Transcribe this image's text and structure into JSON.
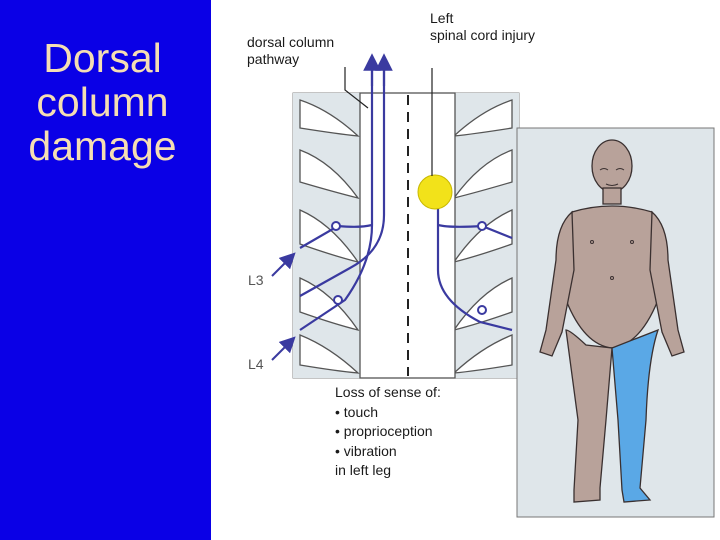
{
  "title_lines": [
    "Dorsal",
    "column",
    "damage"
  ],
  "labels": {
    "pathway": [
      "dorsal column",
      "pathway"
    ],
    "injury": [
      "Left",
      "spinal cord injury"
    ],
    "l3": "L3",
    "l4": "L4",
    "loss": [
      "Loss of sense of:",
      "• touch",
      "• proprioception",
      "• vibration",
      "in left leg"
    ]
  },
  "colors": {
    "background_left": "#0a00e6",
    "title": "#f5deb3",
    "pathway": "#3a3aa0",
    "injury": "#f2e21a",
    "skin": "#b8a29a",
    "affected_leg": "#5aa8e6"
  }
}
